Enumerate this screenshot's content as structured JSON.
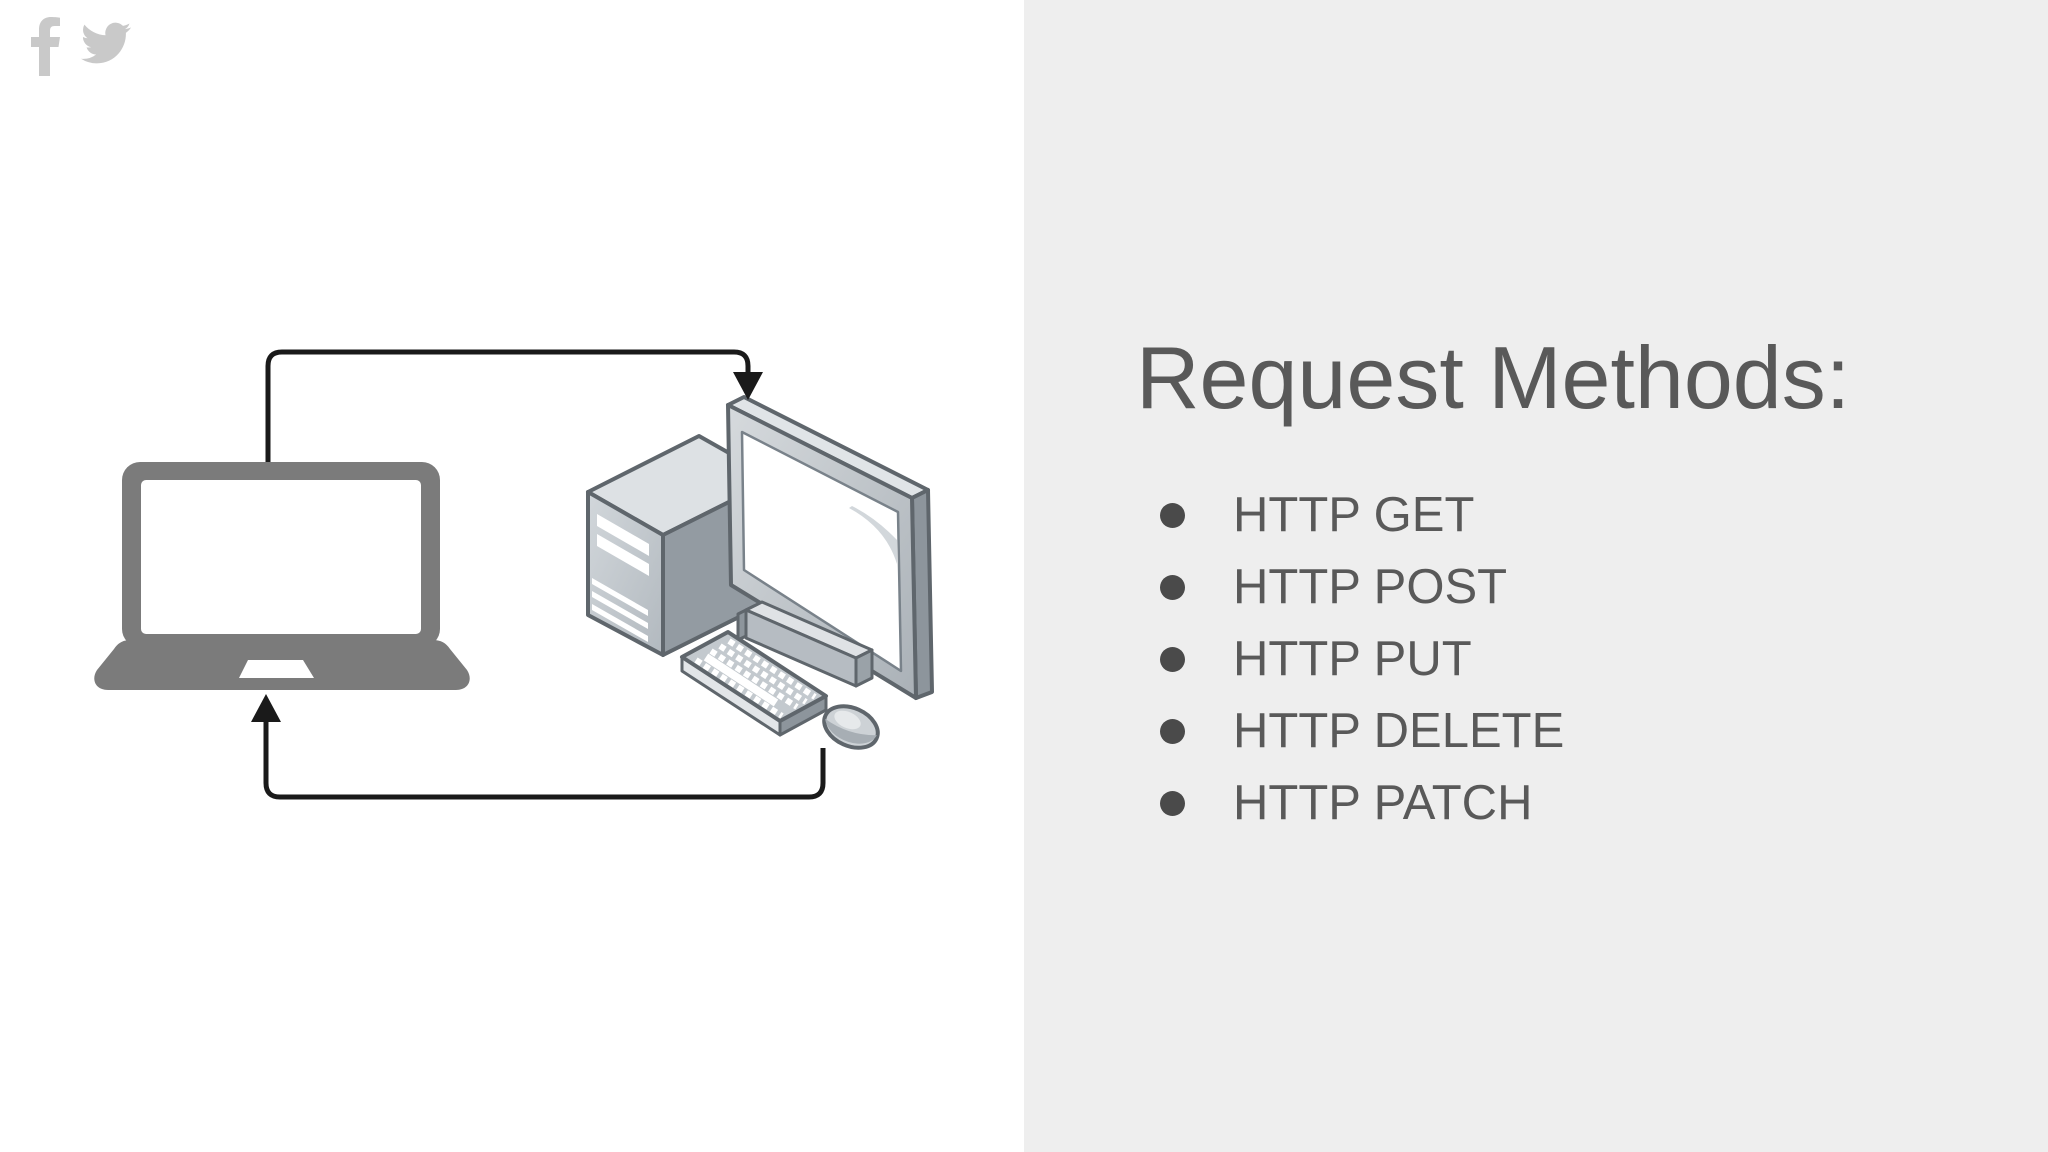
{
  "social": {
    "facebook_icon": "facebook-icon",
    "twitter_icon": "twitter-icon"
  },
  "diagram": {
    "client_icon": "laptop-client-icon",
    "server_icon": "desktop-server-icon",
    "request_arrow_icon": "request-arrow",
    "response_arrow_icon": "response-arrow"
  },
  "panel": {
    "title": "Request Methods:",
    "methods": [
      "HTTP GET",
      "HTTP POST",
      "HTTP PUT",
      "HTTP DELETE",
      "HTTP PATCH"
    ]
  },
  "colors": {
    "slide_bg": "#ffffff",
    "panel_bg": "#eeeeee",
    "heading_text": "#595959",
    "list_text": "#595959",
    "bullet": "#4a4a4a",
    "laptop_gray": "#7b7b7b",
    "arrow_black": "#1a1a1a",
    "social_icon_gray": "#c9c9c9",
    "computer_outline": "#5f666c"
  }
}
